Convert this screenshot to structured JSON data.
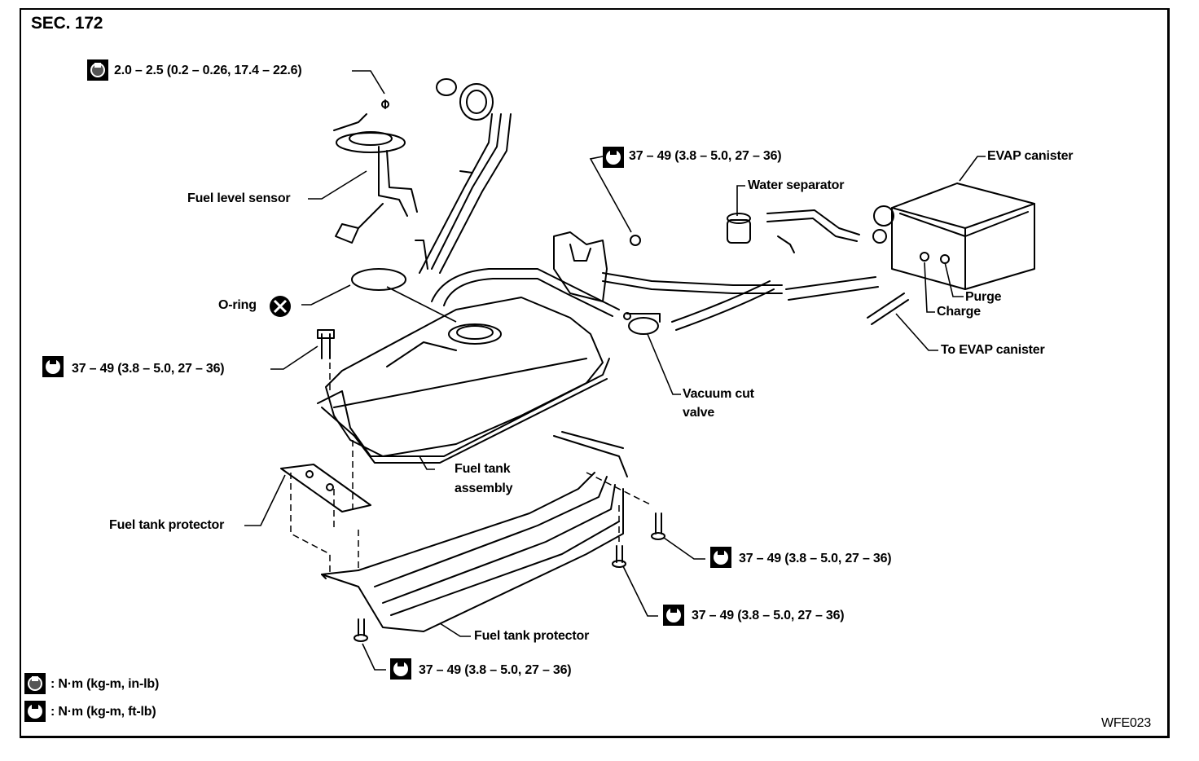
{
  "section": "SEC. 172",
  "figure_code": "WFE023",
  "labels": {
    "torque_sensor": "2.0 – 2.5 (0.2 – 0.26, 17.4 – 22.6)",
    "fuel_level_sensor": "Fuel level sensor",
    "o_ring": "O-ring",
    "torque_tank_left": "37 – 49 (3.8 – 5.0, 27 – 36)",
    "torque_top_bolt": "37 – 49 (3.8 – 5.0, 27 – 36)",
    "water_separator": "Water separator",
    "evap_canister": "EVAP canister",
    "purge": "Purge",
    "charge": "Charge",
    "to_evap_canister": "To EVAP canister",
    "vacuum_cut_valve_1": "Vacuum cut",
    "vacuum_cut_valve_2": "valve",
    "fuel_tank_assembly_1": "Fuel tank",
    "fuel_tank_assembly_2": "assembly",
    "fuel_tank_protector_left": "Fuel tank protector",
    "fuel_tank_protector_bottom": "Fuel tank protector",
    "torque_right_1": "37 – 49 (3.8 – 5.0, 27 – 36)",
    "torque_right_2": "37 – 49 (3.8 – 5.0, 27 – 36)",
    "torque_bottom": "37 – 49 (3.8 – 5.0, 27 – 36)"
  },
  "legend": [
    {
      "icon": "torque-in-lb-icon",
      "text": ": N·m (kg-m, in-lb)"
    },
    {
      "icon": "torque-ft-lb-icon",
      "text": ": N·m (kg-m, ft-lb)"
    }
  ]
}
